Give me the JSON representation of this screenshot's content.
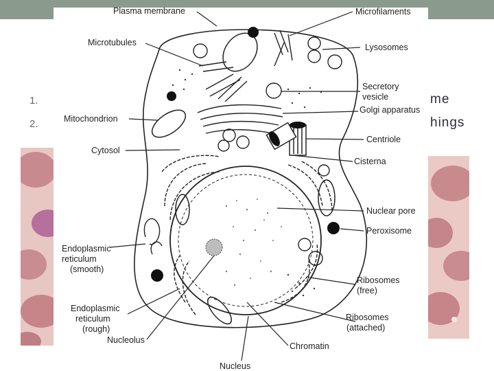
{
  "slide": {
    "title_fragment": "!",
    "list_numbers": [
      "1.",
      "2."
    ],
    "right_fragments": [
      "me",
      "hings"
    ]
  },
  "diagram": {
    "labels": {
      "plasma_membrane": "Plasma membrane",
      "microfilaments": "Microfilaments",
      "microtubules": "Microtubules",
      "lysosomes": "Lysosomes",
      "secretory_vesicle_1": "Secretory",
      "secretory_vesicle_2": "vesicle",
      "golgi_apparatus": "Golgi apparatus",
      "mitochondrion": "Mitochondrion",
      "centriole": "Centriole",
      "cytosol": "Cytosol",
      "cisterna": "Cisterna",
      "nuclear_pore": "Nuclear pore",
      "peroxisome": "Peroxisome",
      "er_smooth_1": "Endoplasmic",
      "er_smooth_2": "reticulum",
      "er_smooth_3": "(smooth)",
      "ribosomes_free_1": "Ribosomes",
      "ribosomes_free_2": "(free)",
      "er_rough_1": "Endoplasmic",
      "er_rough_2": "reticulum",
      "er_rough_3": "(rough)",
      "ribosomes_attached_1": "Ribosomes",
      "ribosomes_attached_2": "(attached)",
      "nucleolus": "Nucleolus",
      "chromatin": "Chromatin",
      "nucleus": "Nucleus"
    }
  },
  "colors": {
    "top_bar": "#8a9a8c",
    "blood_cell": "#c98c90",
    "blood_background": "#e9c7c3",
    "stain_purple": "#8e5a9c",
    "title_accent": "#d9533b"
  }
}
